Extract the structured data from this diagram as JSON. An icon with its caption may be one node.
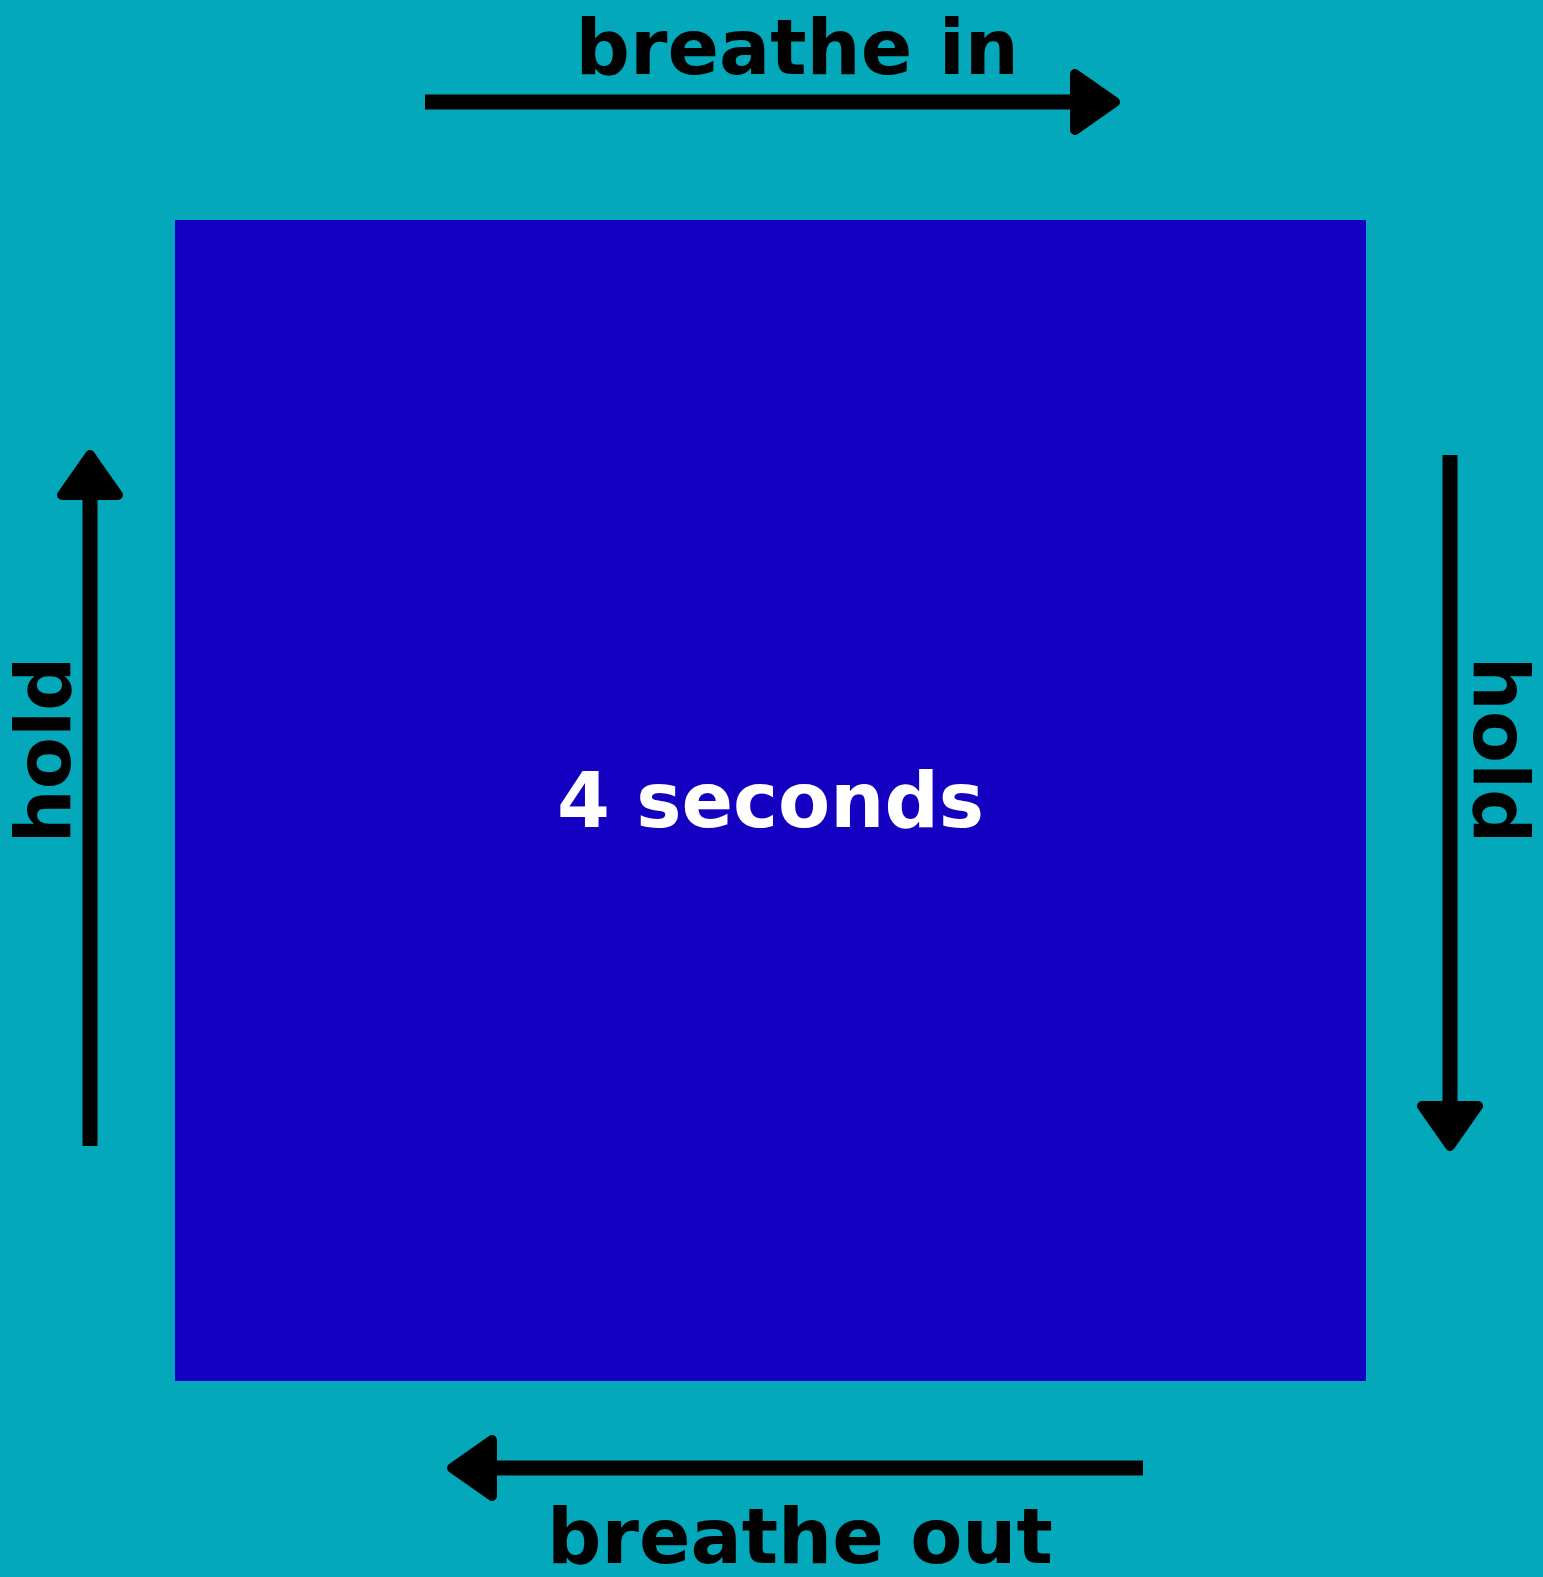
{
  "diagram": {
    "nodes": [
      {
        "text": [
          "4 seconds"
        ]
      }
    ],
    "labels": [
      "breathe in",
      "hold",
      "hold",
      "breathe out"
    ]
  }
}
